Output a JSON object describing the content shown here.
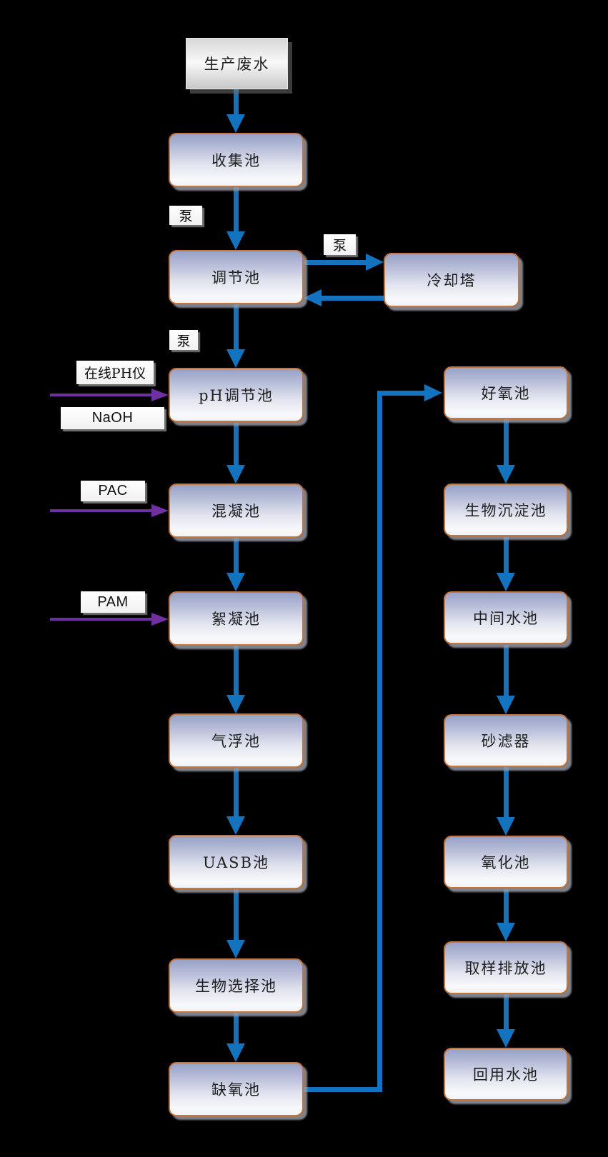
{
  "flowchart": {
    "source_node": {
      "label": "生产废水"
    },
    "pretreatment_train": [
      {
        "label": "收集池"
      },
      {
        "label": "调节池"
      },
      {
        "label": "pH调节池"
      },
      {
        "label": "混凝池"
      },
      {
        "label": "絮凝池"
      },
      {
        "label": "气浮池"
      },
      {
        "label": "UASB池"
      },
      {
        "label": "生物选择池"
      },
      {
        "label": "缺氧池"
      }
    ],
    "biological_train": [
      {
        "label": "好氧池"
      },
      {
        "label": "生物沉淀池"
      },
      {
        "label": "中间水池"
      },
      {
        "label": "砂滤器"
      },
      {
        "label": "氧化池"
      },
      {
        "label": "取样排放池"
      },
      {
        "label": "回用水池"
      }
    ],
    "cooling_node": {
      "label": "冷却塔"
    },
    "annotations": {
      "pump_collect_to_regulate": "泵",
      "pump_regulate_to_cooling": "泵",
      "pump_regulate_to_ph": "泵",
      "online_ph_meter": "在线PH仪",
      "naoh": "NaOH",
      "pac": "PAC",
      "pam": "PAM"
    },
    "colors": {
      "background": "#000000",
      "flow_arrow_blue": "#1473BE",
      "dosing_arrow_purple": "#7030A0",
      "node_border_orange": "#C4763B",
      "node_fill_top": "#98A1C7",
      "node_fill_bottom": "#F1F3F8",
      "source_fill_top": "#D7D7D7",
      "source_fill_bottom": "#C7C7C7"
    },
    "edges": [
      {
        "from": "生产废水",
        "to": "收集池",
        "type": "flow"
      },
      {
        "from": "收集池",
        "to": "调节池",
        "type": "flow",
        "label": "泵"
      },
      {
        "from": "调节池",
        "to": "冷却塔",
        "type": "flow",
        "label": "泵"
      },
      {
        "from": "冷却塔",
        "to": "调节池",
        "type": "flow"
      },
      {
        "from": "调节池",
        "to": "pH调节池",
        "type": "flow",
        "label": "泵"
      },
      {
        "from": "NaOH / 在线PH仪",
        "to": "pH调节池",
        "type": "dosing"
      },
      {
        "from": "pH调节池",
        "to": "混凝池",
        "type": "flow"
      },
      {
        "from": "PAC",
        "to": "混凝池",
        "type": "dosing"
      },
      {
        "from": "混凝池",
        "to": "絮凝池",
        "type": "flow"
      },
      {
        "from": "PAM",
        "to": "絮凝池",
        "type": "dosing"
      },
      {
        "from": "絮凝池",
        "to": "气浮池",
        "type": "flow"
      },
      {
        "from": "气浮池",
        "to": "UASB池",
        "type": "flow"
      },
      {
        "from": "UASB池",
        "to": "生物选择池",
        "type": "flow"
      },
      {
        "from": "生物选择池",
        "to": "缺氧池",
        "type": "flow"
      },
      {
        "from": "缺氧池",
        "to": "好氧池",
        "type": "flow"
      },
      {
        "from": "好氧池",
        "to": "生物沉淀池",
        "type": "flow"
      },
      {
        "from": "生物沉淀池",
        "to": "中间水池",
        "type": "flow"
      },
      {
        "from": "中间水池",
        "to": "砂滤器",
        "type": "flow"
      },
      {
        "from": "砂滤器",
        "to": "氧化池",
        "type": "flow"
      },
      {
        "from": "氧化池",
        "to": "取样排放池",
        "type": "flow"
      },
      {
        "from": "取样排放池",
        "to": "回用水池",
        "type": "flow"
      }
    ]
  }
}
